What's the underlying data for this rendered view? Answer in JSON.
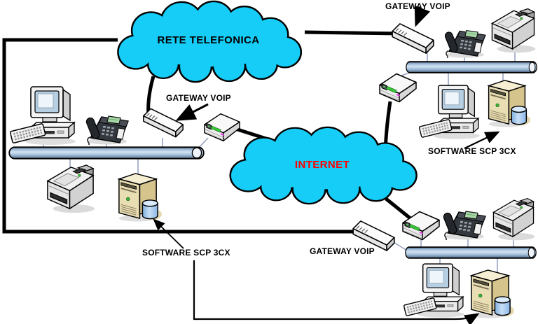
{
  "diagram": {
    "clouds": {
      "telephone_network": {
        "label": "RETE TELEFONICA",
        "text_color": "#000000",
        "fill": "#16CDF8"
      },
      "internet": {
        "label": "INTERNET",
        "text_color": "#FF0000",
        "fill": "#16CDF8"
      }
    },
    "annotations": {
      "gateway_top": "GATEWAY VOIP",
      "gateway_left": "GATEWAY VOIP",
      "gateway_bottom": "GATEWAY VOIP",
      "software_right": "SOFTWARE SCP 3CX",
      "software_bottom": "SOFTWARE SCP 3CX"
    },
    "colors": {
      "cloud_fill": "#16CDF8",
      "internet_text": "#FF0000",
      "connector_line": "#000000",
      "bus_fill": "#A9C4DD",
      "server_body": "#E9DDB4",
      "database_cylinder": "#A9CDEF",
      "led_green": "#39C839",
      "led_magenta": "#E832E8"
    },
    "sites": [
      {
        "name": "left-office",
        "devices": [
          "workstation",
          "voip-phone",
          "gateway-voip",
          "router",
          "printer",
          "server-3cx-database"
        ]
      },
      {
        "name": "top-right-office",
        "devices": [
          "gateway-voip",
          "voip-phone",
          "printer",
          "router",
          "workstation",
          "server-3cx-database"
        ]
      },
      {
        "name": "bottom-right-office",
        "devices": [
          "gateway-voip",
          "router",
          "voip-phone",
          "printer",
          "workstation",
          "server-3cx-database"
        ]
      }
    ],
    "icons": [
      "cloud-icon",
      "network-bus-icon",
      "workstation-icon",
      "voip-phone-icon",
      "gateway-voip-icon",
      "router-icon",
      "printer-icon",
      "server-database-icon",
      "arrow-annotation"
    ]
  }
}
